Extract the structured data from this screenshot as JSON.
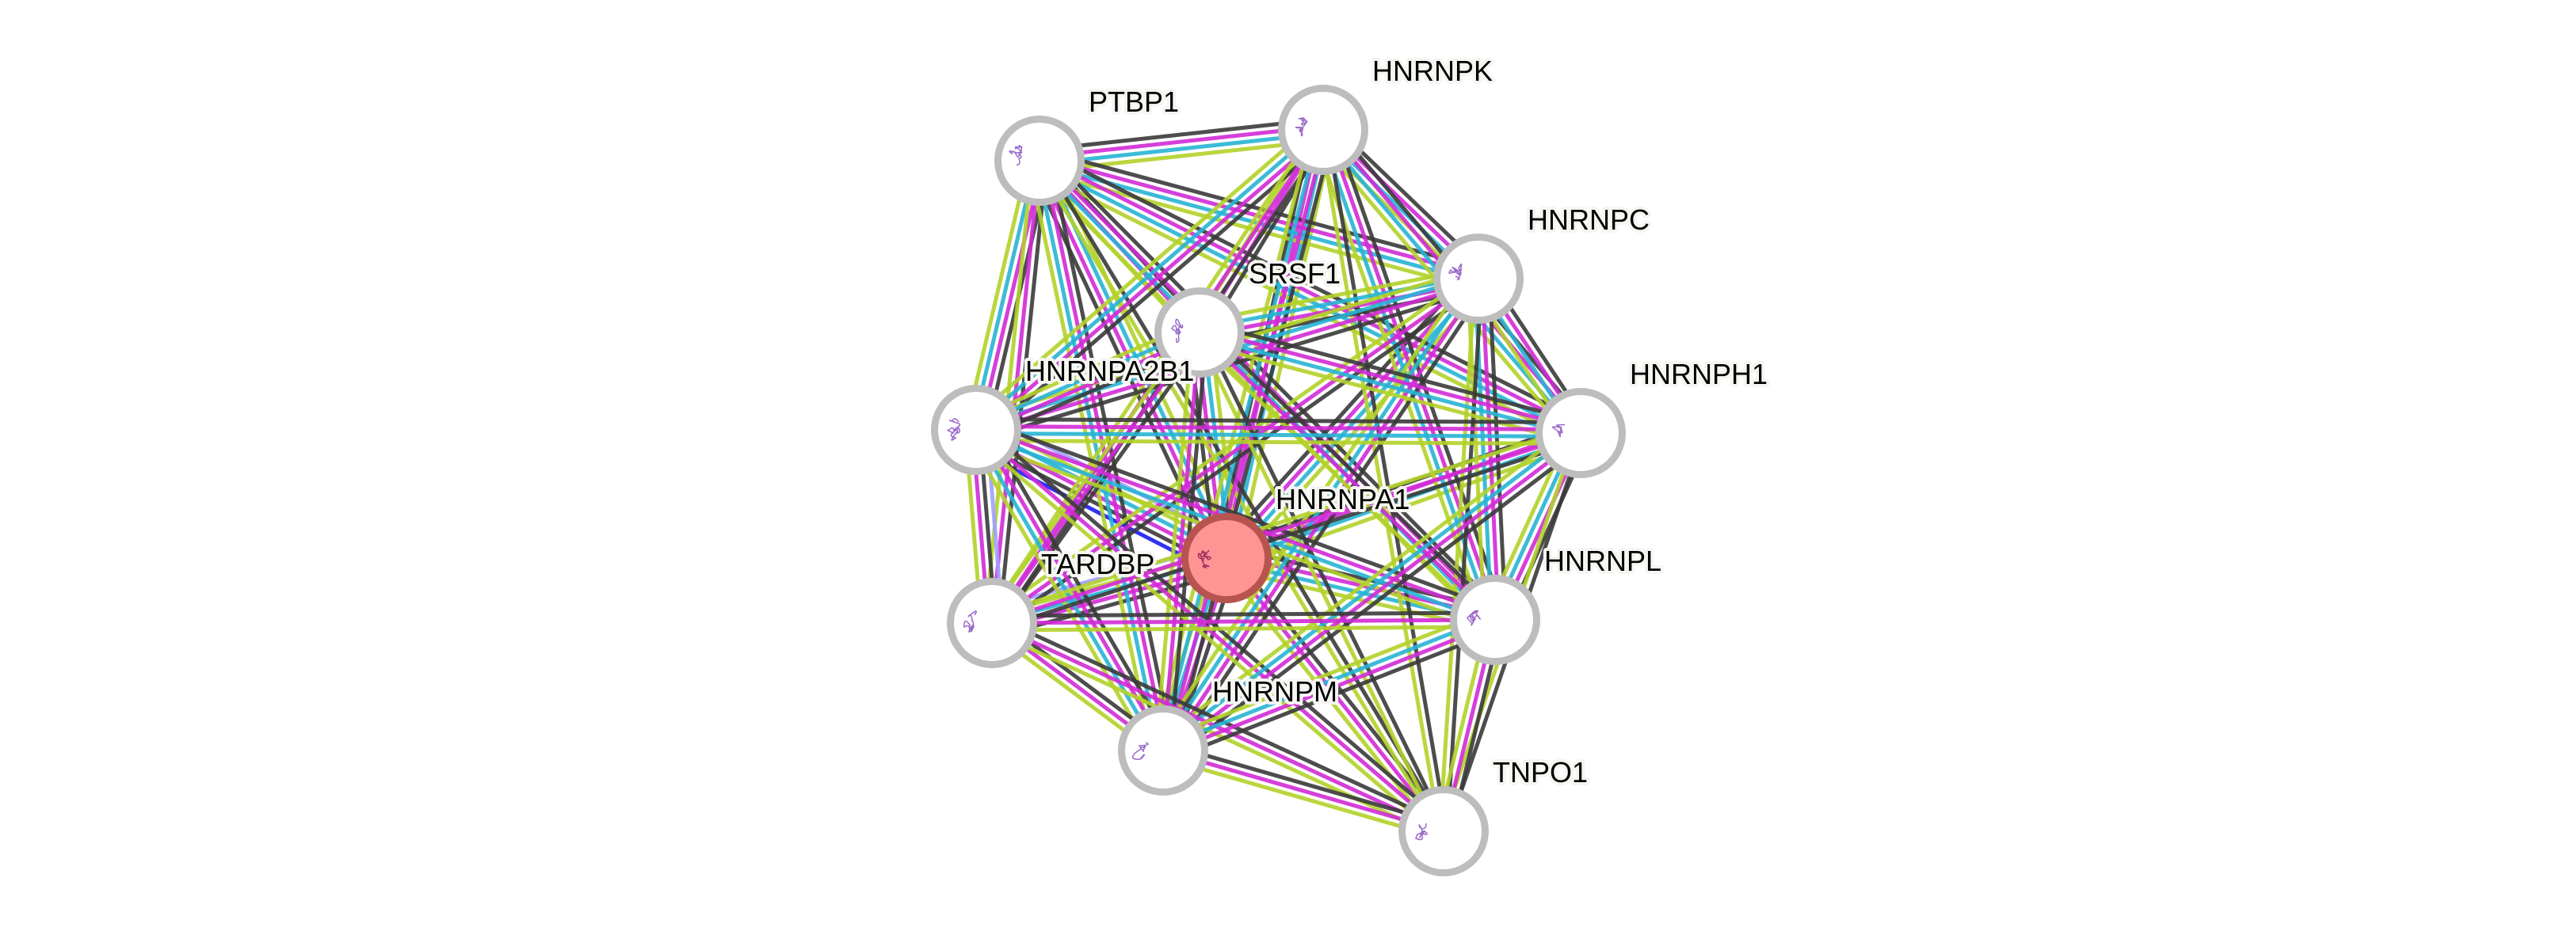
{
  "network": {
    "query_node": "HNRNPA1",
    "nodes": [
      {
        "id": "PTBP1",
        "label": "PTBP1"
      },
      {
        "id": "HNRNPK",
        "label": "HNRNPK"
      },
      {
        "id": "HNRNPC",
        "label": "HNRNPC"
      },
      {
        "id": "SRSF1",
        "label": "SRSF1"
      },
      {
        "id": "HNRNPA2B1",
        "label": "HNRNPA2B1"
      },
      {
        "id": "HNRNPH1",
        "label": "HNRNPH1"
      },
      {
        "id": "HNRNPA1",
        "label": "HNRNPA1"
      },
      {
        "id": "TARDBP",
        "label": "TARDBP"
      },
      {
        "id": "HNRNPL",
        "label": "HNRNPL"
      },
      {
        "id": "HNRNPM",
        "label": "HNRNPM"
      },
      {
        "id": "TNPO1",
        "label": "TNPO1"
      }
    ],
    "edge_colors": {
      "k": "#3a3a3a",
      "m": "#d12ad6",
      "c": "#27b4d4",
      "y": "#b3d22a",
      "b": "#1c1cf2",
      "l": "#a0a0ff"
    },
    "node_colors": {
      "query": "#ff9494",
      "query_border": "#b85450",
      "default": "#ffffff",
      "default_border": "#bdbdbd"
    },
    "edges": [
      [
        "HNRNPA1",
        "PTBP1",
        "kmcy"
      ],
      [
        "HNRNPA1",
        "HNRNPK",
        "kmcy"
      ],
      [
        "HNRNPA1",
        "HNRNPC",
        "kmcy"
      ],
      [
        "HNRNPA1",
        "SRSF1",
        "kmcy"
      ],
      [
        "HNRNPA1",
        "HNRNPA2B1",
        "bkmcyl"
      ],
      [
        "HNRNPA1",
        "HNRNPH1",
        "kmcy"
      ],
      [
        "HNRNPA1",
        "TARDBP",
        "kmcyl"
      ],
      [
        "HNRNPA1",
        "HNRNPL",
        "kmcy"
      ],
      [
        "HNRNPA1",
        "HNRNPM",
        "kmcy"
      ],
      [
        "HNRNPA1",
        "TNPO1",
        "kmy"
      ],
      [
        "PTBP1",
        "HNRNPK",
        "kmcy"
      ],
      [
        "PTBP1",
        "HNRNPC",
        "kmcy"
      ],
      [
        "PTBP1",
        "SRSF1",
        "kmy"
      ],
      [
        "PTBP1",
        "HNRNPA2B1",
        "kmcy"
      ],
      [
        "PTBP1",
        "HNRNPH1",
        "kmcy"
      ],
      [
        "PTBP1",
        "TARDBP",
        "kmy"
      ],
      [
        "PTBP1",
        "HNRNPL",
        "kmcy"
      ],
      [
        "PTBP1",
        "HNRNPM",
        "kmcy"
      ],
      [
        "PTBP1",
        "TNPO1",
        "ky"
      ],
      [
        "HNRNPK",
        "HNRNPC",
        "kmcy"
      ],
      [
        "HNRNPK",
        "SRSF1",
        "kmy"
      ],
      [
        "HNRNPK",
        "HNRNPA2B1",
        "kmcy"
      ],
      [
        "HNRNPK",
        "HNRNPH1",
        "kmcy"
      ],
      [
        "HNRNPK",
        "TARDBP",
        "kmy"
      ],
      [
        "HNRNPK",
        "HNRNPL",
        "kmcy"
      ],
      [
        "HNRNPK",
        "HNRNPM",
        "kmcy"
      ],
      [
        "HNRNPK",
        "TNPO1",
        "ky"
      ],
      [
        "HNRNPC",
        "SRSF1",
        "kmcy"
      ],
      [
        "HNRNPC",
        "HNRNPA2B1",
        "kmcy"
      ],
      [
        "HNRNPC",
        "HNRNPH1",
        "kmcy"
      ],
      [
        "HNRNPC",
        "TARDBP",
        "kmy"
      ],
      [
        "HNRNPC",
        "HNRNPL",
        "kmcy"
      ],
      [
        "HNRNPC",
        "HNRNPM",
        "kmcy"
      ],
      [
        "HNRNPC",
        "TNPO1",
        "ky"
      ],
      [
        "SRSF1",
        "HNRNPA2B1",
        "kmcy"
      ],
      [
        "SRSF1",
        "HNRNPH1",
        "kmcy"
      ],
      [
        "SRSF1",
        "TARDBP",
        "kmy"
      ],
      [
        "SRSF1",
        "HNRNPL",
        "kmy"
      ],
      [
        "SRSF1",
        "HNRNPM",
        "kmy"
      ],
      [
        "SRSF1",
        "TNPO1",
        "ky"
      ],
      [
        "HNRNPA2B1",
        "HNRNPH1",
        "kmcy"
      ],
      [
        "HNRNPA2B1",
        "TARDBP",
        "lkmy"
      ],
      [
        "HNRNPA2B1",
        "HNRNPL",
        "kmcy"
      ],
      [
        "HNRNPA2B1",
        "HNRNPM",
        "kmcy"
      ],
      [
        "HNRNPA2B1",
        "TNPO1",
        "kmy"
      ],
      [
        "HNRNPH1",
        "TARDBP",
        "kmy"
      ],
      [
        "HNRNPH1",
        "HNRNPL",
        "kmcy"
      ],
      [
        "HNRNPH1",
        "HNRNPM",
        "kmcy"
      ],
      [
        "HNRNPH1",
        "TNPO1",
        "ky"
      ],
      [
        "TARDBP",
        "HNRNPL",
        "kmy"
      ],
      [
        "TARDBP",
        "HNRNPM",
        "kmy"
      ],
      [
        "TARDBP",
        "TNPO1",
        "kmy"
      ],
      [
        "HNRNPL",
        "HNRNPM",
        "kmcy"
      ],
      [
        "HNRNPL",
        "TNPO1",
        "kmy"
      ],
      [
        "HNRNPM",
        "TNPO1",
        "kmy"
      ]
    ]
  }
}
